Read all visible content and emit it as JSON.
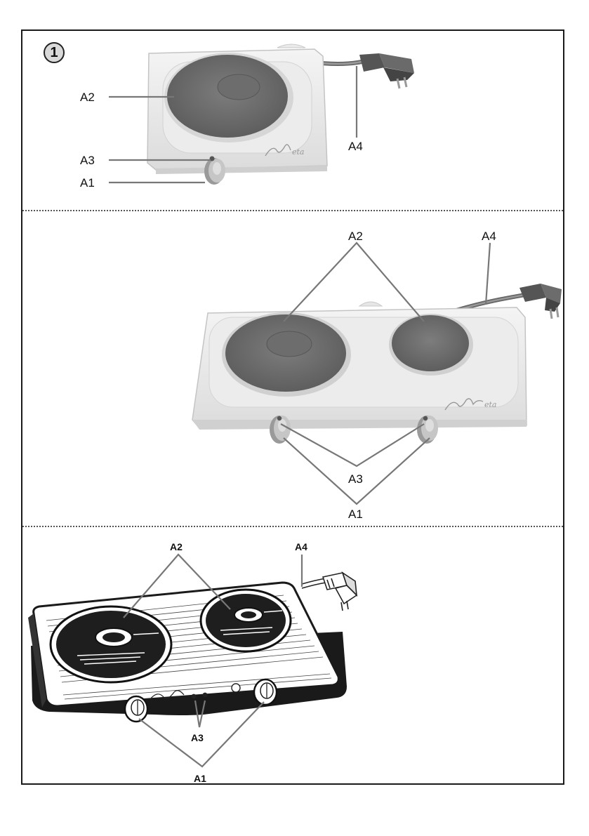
{
  "figure_number": "1",
  "labels": {
    "control_knob": "A1",
    "hotplate": "A2",
    "indicator_light": "A3",
    "power_cord": "A4"
  },
  "brand_logo": "eta"
}
